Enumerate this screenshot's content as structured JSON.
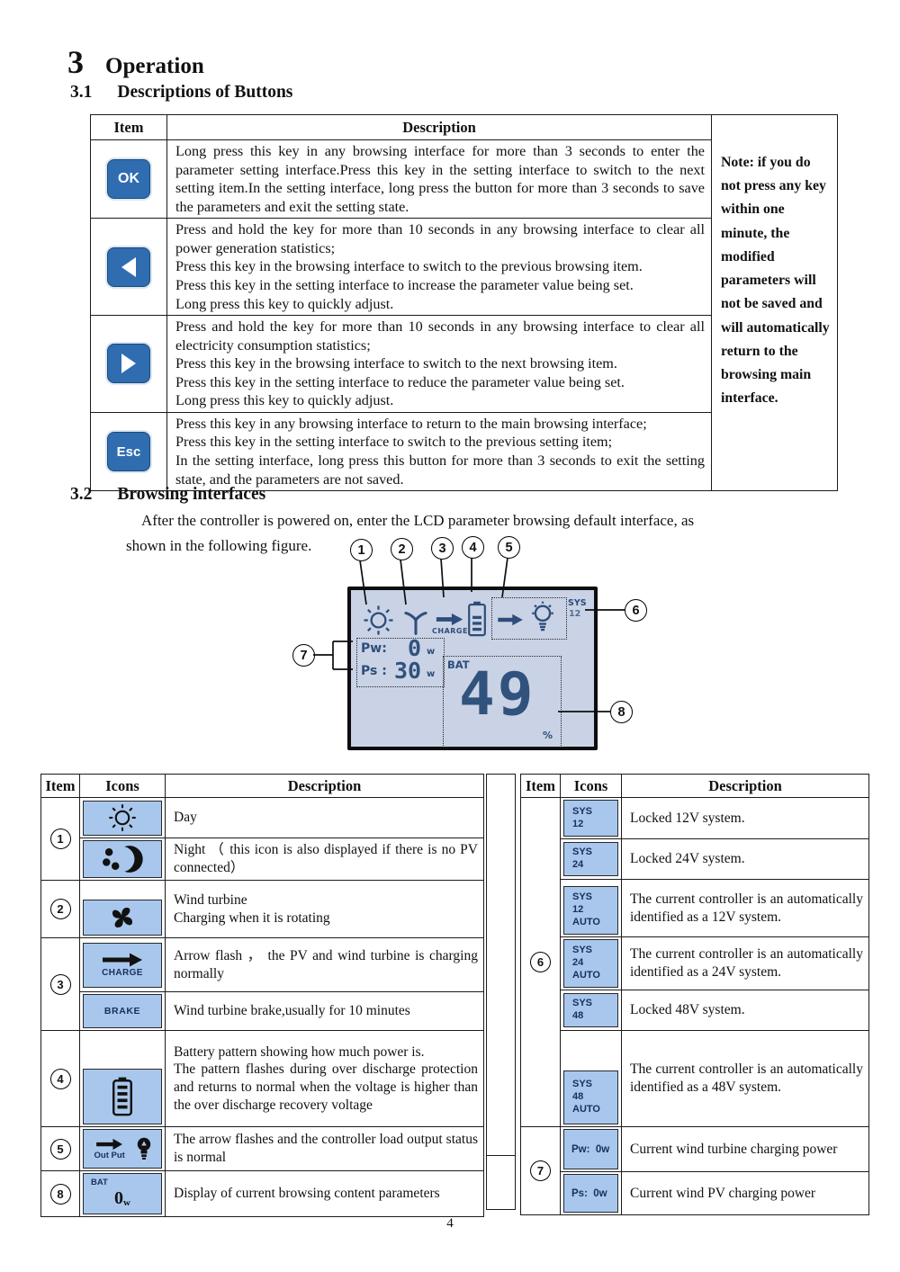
{
  "page": {
    "title_num": "3",
    "title": "Operation",
    "s31_num": "3.1",
    "s31_title": "Descriptions of Buttons",
    "s32_num": "3.2",
    "s32_title": "Browsing interfaces",
    "intro": "After the controller is powered on, enter the LCD parameter browsing default interface, as\nshown in the following figure.",
    "page_number": "4"
  },
  "colors": {
    "button_blue": "#2f6db0",
    "icon_cell_blue": "#a9c7ec",
    "lcd_background": "#c9d3e5",
    "lcd_ink": "#2e4d7b"
  },
  "buttons_table": {
    "col_item": "Item",
    "col_description": "Description",
    "note": "Note: if you do not press any key within one minute, the modified parameters will not be saved and will automatically return to the browsing main interface.",
    "rows": [
      {
        "button": "OK",
        "desc": "Long press this key in any browsing interface for more than 3 seconds to enter the parameter setting interface.Press this key in the setting interface to switch to the next setting item.In the setting interface, long press the button for more than 3 seconds to save the parameters and exit the setting state."
      },
      {
        "button": "left-arrow-icon",
        "desc": "Press and hold the key for more than 10 seconds in any browsing interface to clear all power generation statistics;\nPress this key in the browsing interface to switch to the previous browsing item.\nPress this key in the setting interface to increase the parameter value being set.\nLong press this key to quickly adjust."
      },
      {
        "button": "right-arrow-icon",
        "desc": "Press and hold the key for more than 10 seconds in any browsing interface to clear all electricity consumption statistics;\nPress this key in the browsing interface to switch to the next browsing item.\nPress this key in the setting interface to reduce the parameter value being set.\nLong press this key to quickly adjust."
      },
      {
        "button": "Esc",
        "desc": "Press this key in any browsing interface to return to the main browsing interface;\nPress this key in the setting interface to switch to the previous setting item;\nIn the setting interface, long press this button for more than 3 seconds to exit the setting state, and the parameters are not saved."
      }
    ]
  },
  "lcd": {
    "callouts": [
      "1",
      "2",
      "3",
      "4",
      "5"
    ],
    "callout6": "6",
    "callout7": "7",
    "callout8": "8",
    "charge": "CHARGE",
    "sys": "SYS",
    "sys_val": "12",
    "pw_label": "Pw:",
    "pw_val": "0",
    "pw_unit": "w",
    "ps_label": "Ps :",
    "ps_val": "30",
    "ps_unit": "w",
    "bat": "BAT",
    "bat_val": "49",
    "bat_pct": "%"
  },
  "left_table": {
    "headers": [
      "Item",
      "Icons",
      "Description"
    ],
    "rows": [
      {
        "item": "1",
        "icon": "sun-icon",
        "desc": "Day"
      },
      {
        "icon": "night-icon",
        "desc": "Night （ this icon is also displayed if there is no PV connected）"
      },
      {
        "item": "2",
        "icon": "wind-turbine-icon",
        "desc": "Wind turbine\nCharging when it is rotating"
      },
      {
        "item": "3",
        "icon": "charge-arrow-icon",
        "icon_label": "CHARGE",
        "desc": "Arrow flash ， the PV and wind turbine is charging normally"
      },
      {
        "icon": "brake-icon",
        "icon_label": "BRAKE",
        "desc": "Wind turbine brake,usually for 10 minutes"
      },
      {
        "item": "4",
        "icon": "battery-icon",
        "desc": "Battery pattern showing how much power is.\nThe pattern flashes during over discharge protection and returns to normal when the voltage is higher than the over discharge recovery voltage"
      },
      {
        "item": "5",
        "icon": "output-arrow-bulb-icon",
        "icon_label": "Out Put",
        "desc": "The arrow flashes and the controller load output status is normal"
      },
      {
        "item": "8",
        "icon": "bat-display-icon",
        "icon_top": "BAT",
        "icon_value": "0",
        "icon_unit": "w",
        "desc": "Display of current browsing content parameters"
      }
    ]
  },
  "right_table": {
    "headers": [
      "Item",
      "Icons",
      "Description"
    ],
    "rows": [
      {
        "item": "6",
        "lines": [
          "SYS",
          "12"
        ],
        "desc": "Locked 12V system."
      },
      {
        "lines": [
          "SYS",
          "24"
        ],
        "desc": "Locked 24V system."
      },
      {
        "lines": [
          "SYS",
          "12",
          "AUTO"
        ],
        "desc": "The current controller is an automatically identified as a 12V system."
      },
      {
        "lines": [
          "SYS",
          "24",
          "AUTO"
        ],
        "desc": "The current controller is an automatically identified as a 24V system."
      },
      {
        "lines": [
          "SYS",
          "48"
        ],
        "desc": "Locked 48V system."
      },
      {
        "lines": [
          "SYS",
          "48",
          "AUTO"
        ],
        "desc": "The current controller is an automatically identified as a 48V system."
      },
      {
        "item": "7",
        "lines": [
          "Pw:  0w"
        ],
        "desc": "Current wind turbine charging power"
      },
      {
        "lines": [
          "Ps:  0w"
        ],
        "desc": "Current wind PV charging power"
      }
    ]
  }
}
